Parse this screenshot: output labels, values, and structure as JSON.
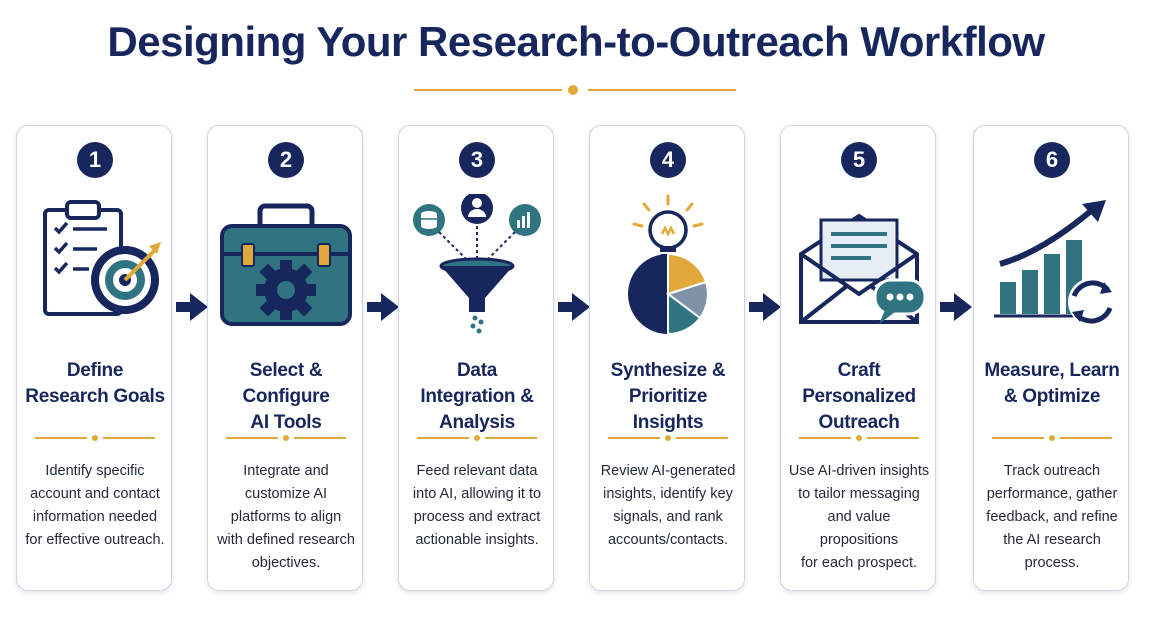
{
  "title": "Designing Your Research-to-Outreach Workflow",
  "colors": {
    "navy": "#17265c",
    "teal": "#2f7480",
    "gold": "#e0a93a",
    "border": "#cfd6e2"
  },
  "steps": [
    {
      "number": "1",
      "icon": "clipboard-target-icon",
      "title_lines": [
        "Define",
        "Research Goals"
      ],
      "desc_lines": [
        "Identify specific",
        "account and contact",
        "information needed",
        "for effective outreach."
      ]
    },
    {
      "number": "2",
      "icon": "toolbox-gear-icon",
      "title_lines": [
        "Select &",
        "Configure",
        "AI Tools"
      ],
      "desc_lines": [
        "Integrate and",
        "customize AI",
        "platforms to align",
        "with defined research",
        "objectives."
      ]
    },
    {
      "number": "3",
      "icon": "data-funnel-icon",
      "title_lines": [
        "Data",
        "Integration &",
        "Analysis"
      ],
      "desc_lines": [
        "Feed relevant data",
        "into AI, allowing it to",
        "process and extract",
        "actionable insights."
      ]
    },
    {
      "number": "4",
      "icon": "lightbulb-pie-chart-icon",
      "title_lines": [
        "Synthesize &",
        "Prioritize",
        "Insights"
      ],
      "desc_lines": [
        "Review AI-generated",
        "insights, identify key",
        "signals, and rank",
        "accounts/contacts."
      ]
    },
    {
      "number": "5",
      "icon": "envelope-chat-icon",
      "title_lines": [
        "Craft",
        "Personalized",
        "Outreach"
      ],
      "desc_lines": [
        "Use AI-driven insights",
        "to tailor messaging",
        "and value propositions",
        "for each prospect."
      ]
    },
    {
      "number": "6",
      "icon": "growth-chart-cycle-icon",
      "title_lines": [
        "Measure, Learn",
        "& Optimize"
      ],
      "desc_lines": [
        "Track outreach",
        "performance, gather",
        "feedback, and refine",
        "the AI research",
        "process."
      ]
    }
  ]
}
